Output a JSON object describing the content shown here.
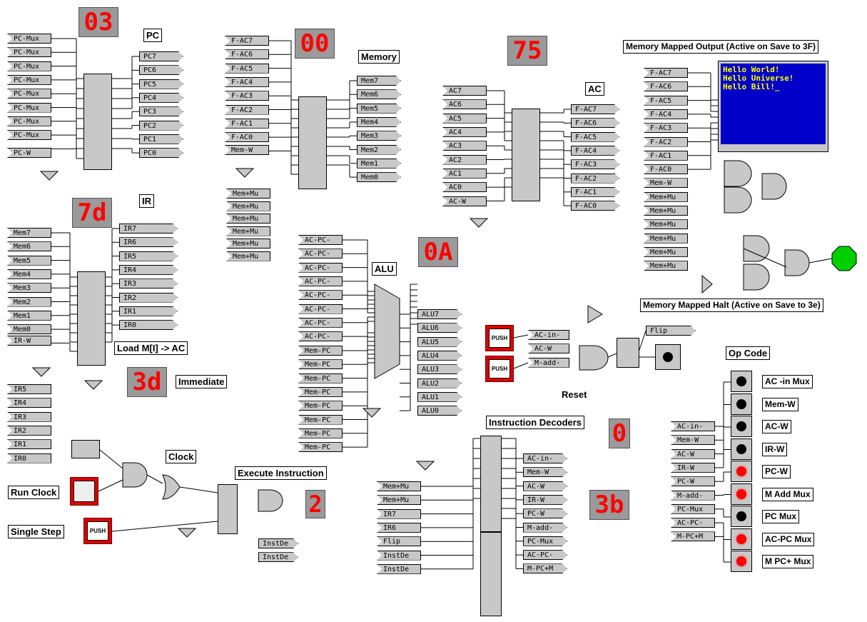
{
  "titles": {
    "pc": "PC",
    "memory": "Memory",
    "ac": "AC",
    "mmo": "Memory Mapped Output (Active on Save to 3F)",
    "ir": "IR",
    "alu": "ALU",
    "load": "Load M[I] -> AC",
    "immediate": "Immediate",
    "reset": "Reset",
    "mmh": "Memory Mapped Halt (Active on Save to 3e)",
    "opcode": "Op Code",
    "clock": "Clock",
    "execute": "Execute Instruction",
    "decoders": "Instruction Decoders",
    "run_clock": "Run Clock",
    "single_step": "Single Step"
  },
  "displays": {
    "pc": "03",
    "memory": "00",
    "ac": "75",
    "ir": "7d",
    "immediate": "3d",
    "alu": "0A",
    "decoder_top": "0",
    "decoder_mid": "3b",
    "step": "2"
  },
  "pc_inputs": [
    "PC-Mux",
    "PC-Mux",
    "PC-Mux",
    "PC-Mux",
    "PC-Mux",
    "PC-Mux",
    "PC-Mux",
    "PC-Mux"
  ],
  "pc_write": "PC-W",
  "pc_outputs": [
    "PC7",
    "PC6",
    "PC5",
    "PC4",
    "PC3",
    "PC2",
    "PC1",
    "PC0"
  ],
  "mem_inputs": [
    "F-AC7",
    "F-AC6",
    "F-AC5",
    "F-AC4",
    "F-AC3",
    "F-AC2",
    "F-AC1",
    "F-AC0"
  ],
  "mem_write": "Mem-W",
  "mem_addr": [
    "Mem+Mu",
    "Mem+Mu",
    "Mem+Mu",
    "Mem+Mu",
    "Mem+Mu",
    "Mem+Mu"
  ],
  "mem_outputs": [
    "Mem7",
    "Mem6",
    "Mem5",
    "Mem4",
    "Mem3",
    "Mem2",
    "Mem1",
    "Mem0"
  ],
  "ac_inputs": [
    "AC7",
    "AC6",
    "AC5",
    "AC4",
    "AC3",
    "AC2",
    "AC1",
    "AC0"
  ],
  "ac_write": "AC-W",
  "ac_outputs": [
    "F-AC7",
    "F-AC6",
    "F-AC5",
    "F-AC4",
    "F-AC3",
    "F-AC2",
    "F-AC1",
    "F-AC0"
  ],
  "mmo_inputs": [
    "F-AC7",
    "F-AC6",
    "F-AC5",
    "F-AC4",
    "F-AC3",
    "F-AC2",
    "F-AC1",
    "F-AC0",
    "Mem-W",
    "Mem+Mu",
    "Mem+Mu",
    "Mem+Mu",
    "Mem+Mu",
    "Mem+Mu",
    "Mem+Mu"
  ],
  "screen_lines": [
    "Hello World!",
    "Hello Universe!",
    "Hello Bill!_"
  ],
  "ir_inputs": [
    "Mem7",
    "Mem6",
    "Mem5",
    "Mem4",
    "Mem3",
    "Mem2",
    "Mem1",
    "Mem0"
  ],
  "ir_write": "IR-W",
  "ir_outputs": [
    "IR7",
    "IR6",
    "IR5",
    "IR4",
    "IR3",
    "IR2",
    "IR1",
    "IR0"
  ],
  "alu_a": [
    "AC-PC-",
    "AC-PC-",
    "AC-PC-",
    "AC-PC-",
    "AC-PC-",
    "AC-PC-",
    "AC-PC-",
    "AC-PC-"
  ],
  "alu_b": [
    "Mem-PC",
    "Mem-PC",
    "Mem-PC",
    "Mem-PC",
    "Mem-PC",
    "Mem-PC",
    "Mem-PC",
    "Mem-PC"
  ],
  "alu_outputs": [
    "ALU7",
    "ALU6",
    "ALU5",
    "ALU4",
    "ALU3",
    "ALU2",
    "ALU1",
    "ALU0"
  ],
  "reset_tags": [
    "AC-in-",
    "AC-W",
    "M-add-"
  ],
  "flip": "Flip",
  "push_label": "PUSH",
  "imm_inputs": [
    "IR5",
    "IR4",
    "IR3",
    "IR2",
    "IR1",
    "IR0"
  ],
  "clock_tags": [
    "InstDe",
    "InstDe"
  ],
  "dec_inputs": [
    "Mem+Mu",
    "Mem+Mu",
    "IR7",
    "IR6",
    "Flip",
    "InstDe",
    "InstDe"
  ],
  "dec_outputs": [
    "AC-in-",
    "Mem-W",
    "AC-W",
    "IR-W",
    "PC-W",
    "M-add-",
    "PC-Mux",
    "AC-PC-",
    "M-PC+M"
  ],
  "op_inputs": [
    "AC-in-",
    "Mem-W",
    "AC-W",
    "IR-W",
    "PC-W",
    "M-add-",
    "PC-Mux",
    "AC-PC-",
    "M-PC+M"
  ],
  "op_labels": [
    "AC -in Mux",
    "Mem-W",
    "AC-W",
    "IR-W",
    "PC-W",
    "M Add Mux",
    "PC Mux",
    "AC-PC Mux",
    "M PC+ Mux"
  ],
  "op_states": [
    0,
    0,
    0,
    0,
    1,
    1,
    0,
    1,
    1
  ]
}
